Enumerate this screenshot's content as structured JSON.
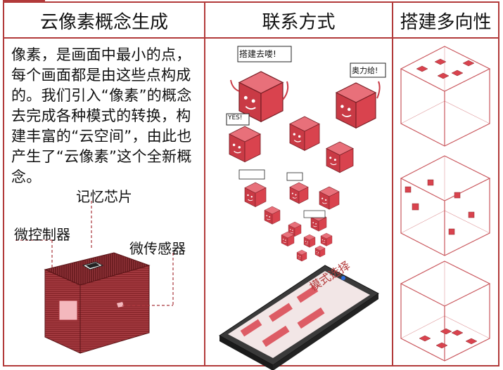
{
  "colors": {
    "accent": "#b23a3a",
    "cube": "#d9434e",
    "cube_dark": "#9e2f36"
  },
  "headers": {
    "col1": "云像素概念生成",
    "col2": "联系方式",
    "col3": "搭建多向性"
  },
  "description": "像素，是画面中最小的点，每个画面都是由这些点构成的。我们引入“像素”的概念去完成各种模式的转换，构建丰富的“云空间”，由此也产生了“云像素”这个全新概念。",
  "cube_labels": {
    "memory_chip": "记忆芯片",
    "microcontroller": "微控制器",
    "micro_sensor": "微传感器"
  },
  "bubbles": {
    "build_go": "搭建去喽!",
    "olig": "奥力给!",
    "yes": "YES!"
  },
  "phone_screen_title": "模式选择"
}
